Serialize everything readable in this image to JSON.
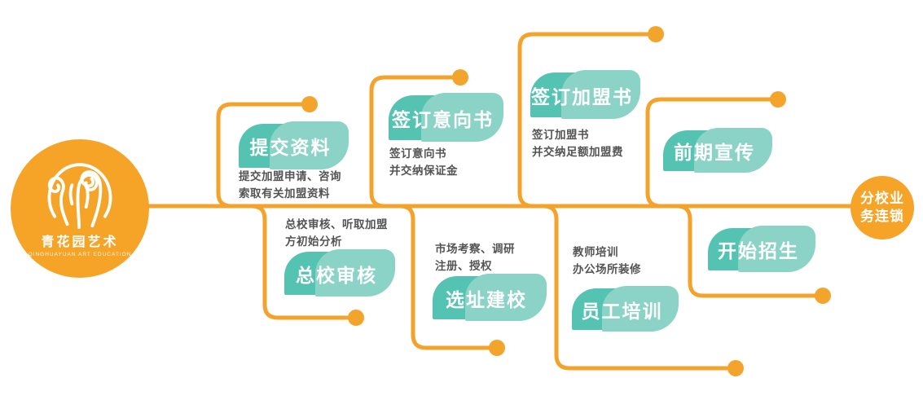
{
  "colors": {
    "accent_orange": "#F3A32B",
    "leaf_teal": "#55C3B2",
    "leaf_teal_light": "#8AD3C6",
    "desc_text": "#545454"
  },
  "logo": {
    "name": "青花园艺术",
    "subtitle": "QINGHUAYUAN ART EDUCATION"
  },
  "end_node": {
    "label": "分校业\n务连锁"
  },
  "steps": [
    {
      "label": "提交资料",
      "desc": "提交加盟申请、咨询\n索取有关加盟资料",
      "side": "up"
    },
    {
      "label": "总校审核",
      "desc": "总校审核、听取加盟\n方初始分析",
      "side": "down"
    },
    {
      "label": "签订意向书",
      "desc": "签订意向书\n并交纳保证金",
      "side": "up"
    },
    {
      "label": "选址建校",
      "desc": "市场考察、调研\n注册、授权",
      "side": "down"
    },
    {
      "label": "签订加盟书",
      "desc": "签订加盟书\n并交纳足额加盟费",
      "side": "up"
    },
    {
      "label": "员工培训",
      "desc": "教师培训\n办公场所装修",
      "side": "down"
    },
    {
      "label": "前期宣传",
      "desc": "",
      "side": "up"
    },
    {
      "label": "开始招生",
      "desc": "",
      "side": "down"
    }
  ]
}
